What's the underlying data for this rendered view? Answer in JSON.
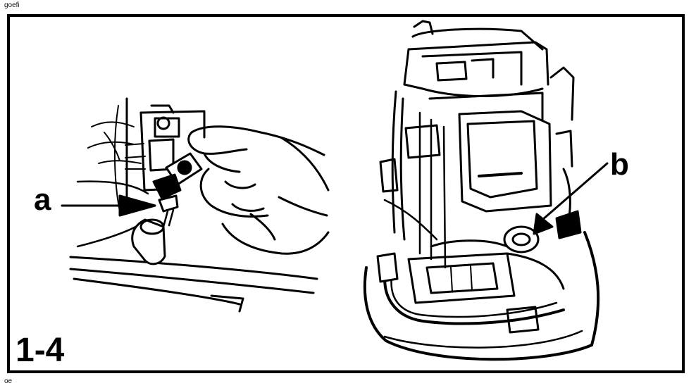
{
  "page": {
    "corner_top": "goefi",
    "corner_bottom": "oe"
  },
  "figure": {
    "number": "1-4",
    "callouts": {
      "a": "a",
      "b": "b"
    }
  }
}
